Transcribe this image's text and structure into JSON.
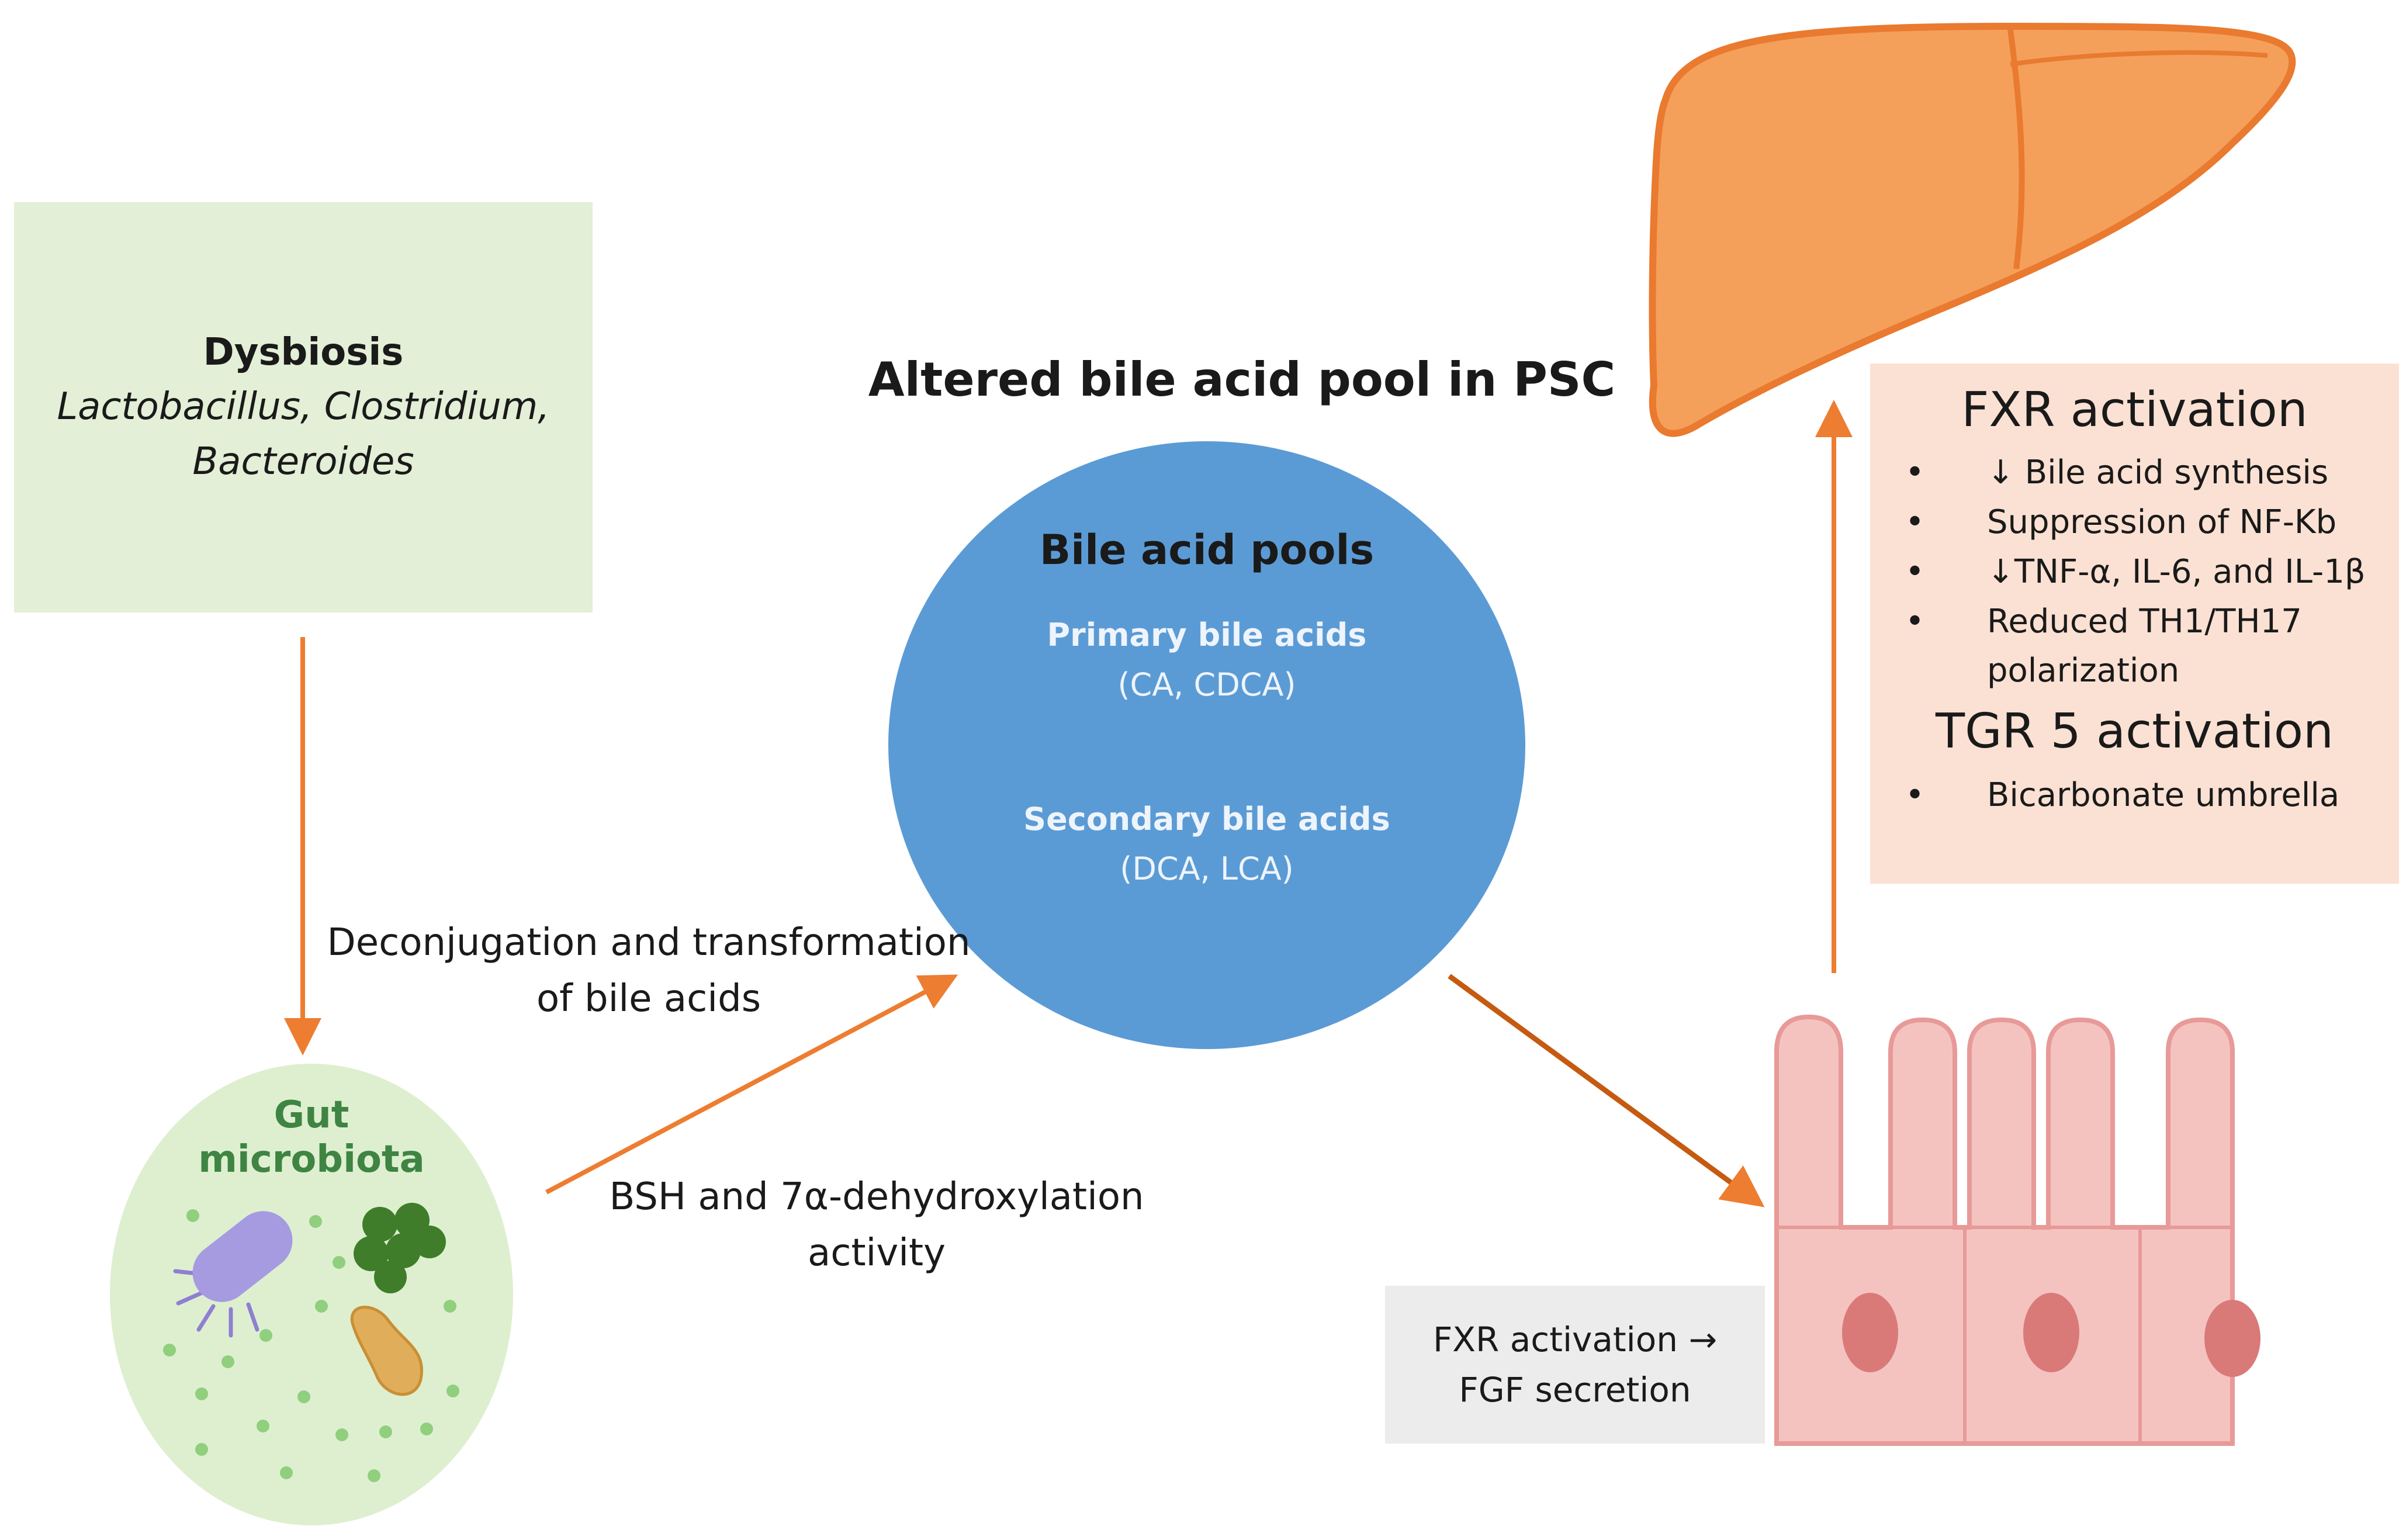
{
  "dysbiosis": {
    "title": "Dysbiosis",
    "taxa_line1": "Lactobacillus, Clostridium,",
    "taxa_line2": "Bacteroides"
  },
  "center": {
    "title": "Altered bile acid pool in PSC",
    "pool_title": "Bile acid pools",
    "primary_label": "Primary bile acids",
    "primary_members": "(CA, CDCA)",
    "secondary_label": "Secondary bile acids",
    "secondary_members": "(DCA, LCA)"
  },
  "arrows": {
    "deconj_line1": "Deconjugation and transformation",
    "deconj_line2": "of bile acids",
    "bsh_line1": "BSH and 7α-dehydroxylation",
    "bsh_line2": "activity"
  },
  "gut": {
    "line1": "Gut",
    "line2": "microbiota"
  },
  "intestine_box": {
    "line1": "FXR activation →",
    "line2": "FGF secretion"
  },
  "liver_box": {
    "fxr_title": "FXR activation",
    "fxr_items": [
      {
        "text": "↓ Bile acid synthesis"
      },
      {
        "text": "Suppression of NF-Kb"
      },
      {
        "text": "↓TNF-α, IL-6, and IL-1β"
      },
      {
        "text_line1": "Reduced TH1/TH17",
        "text_line2": "polarization"
      }
    ],
    "tgr_title": "TGR 5 activation",
    "tgr_items": [
      {
        "text": "Bicarbonate umbrella"
      }
    ],
    "bullet": "•"
  },
  "colors": {
    "arrow": "#ed7d31",
    "liver": "#f4a05a",
    "liver_outline": "#e97a2f",
    "pool": "#5b9bd5",
    "intestine": "#f4c3c0",
    "intestine_outline": "#e79a98",
    "nucleus": "#d97a79"
  }
}
